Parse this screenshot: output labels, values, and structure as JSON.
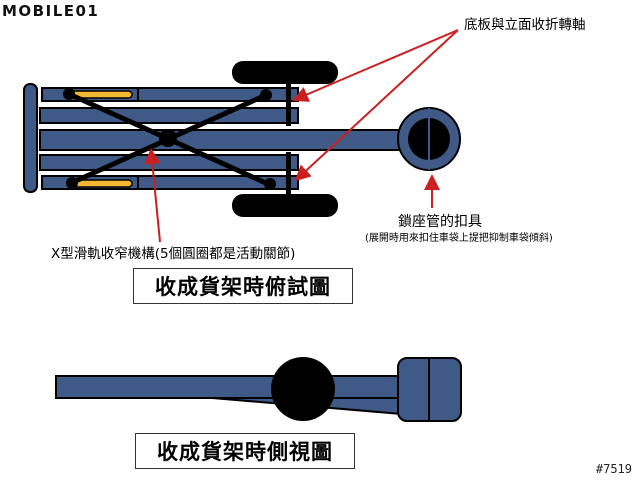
{
  "logo": {
    "text": "MOBILE01"
  },
  "labels": {
    "hinge": "底板與立面收折轉軸",
    "lock_title": "鎖座管的扣具",
    "lock_note": "(展開時用來扣住車袋上提把抑制車袋傾斜)",
    "x_slide": "X型滑軌收窄機構(5個圓圈都是活動關節)",
    "top_view_title": "收成貨架時俯試圖",
    "side_view_title": "收成貨架時側視圖"
  },
  "watermark": "#7519",
  "colors": {
    "tube": "#3f5a86",
    "outline": "#000000",
    "slot": "#f0b833",
    "arrow": "#cc1f1f",
    "black": "#000000"
  }
}
